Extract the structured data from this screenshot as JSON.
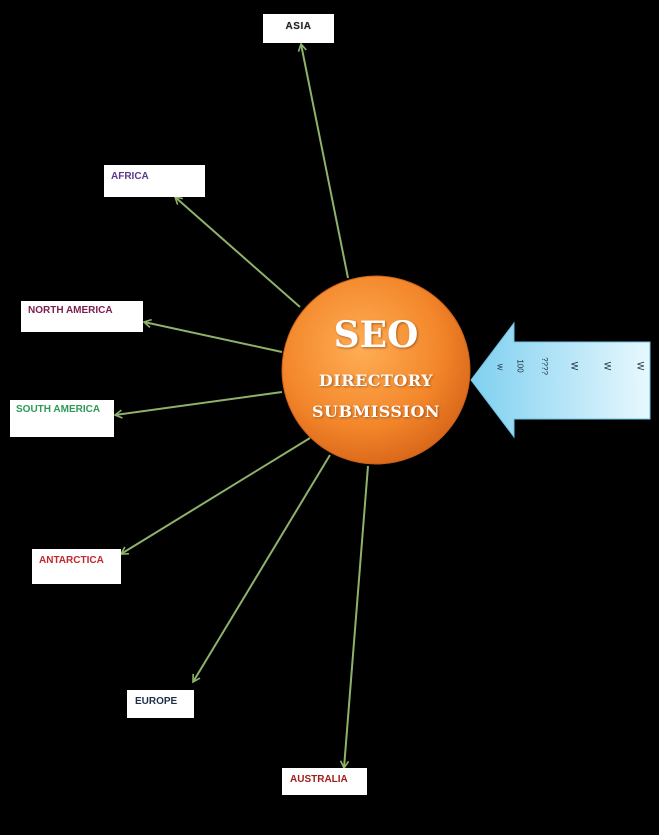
{
  "center": {
    "title": "SEO",
    "line1": "DIRECTORY",
    "line2": "SUBMISSION"
  },
  "nodes": [
    {
      "id": "asia",
      "label": "ASIA",
      "color": "#222222"
    },
    {
      "id": "africa",
      "label": "AFRICA",
      "color": "#5b3a8e"
    },
    {
      "id": "north-america",
      "label": "NORTH AMERICA",
      "color": "#7a1f4d"
    },
    {
      "id": "south-america",
      "label": "SOUTH AMERICA",
      "color": "#2e9a55"
    },
    {
      "id": "antarctica",
      "label": "ANTARCTICA",
      "color": "#c0282d"
    },
    {
      "id": "europe",
      "label": "EUROPE",
      "color": "#1f2f4a"
    },
    {
      "id": "australia",
      "label": "AUSTRALIA",
      "color": "#a11d1d"
    }
  ],
  "input_arrow": {
    "letters": [
      "W",
      "W",
      "W",
      "????",
      "100",
      "W"
    ]
  },
  "colors": {
    "background": "#000000",
    "connector": "#8fb26a",
    "circle_light": "#ffa040",
    "circle_dark": "#e6731a",
    "arrow_light": "#c4ecfa",
    "arrow_dark": "#8ed6f2"
  }
}
